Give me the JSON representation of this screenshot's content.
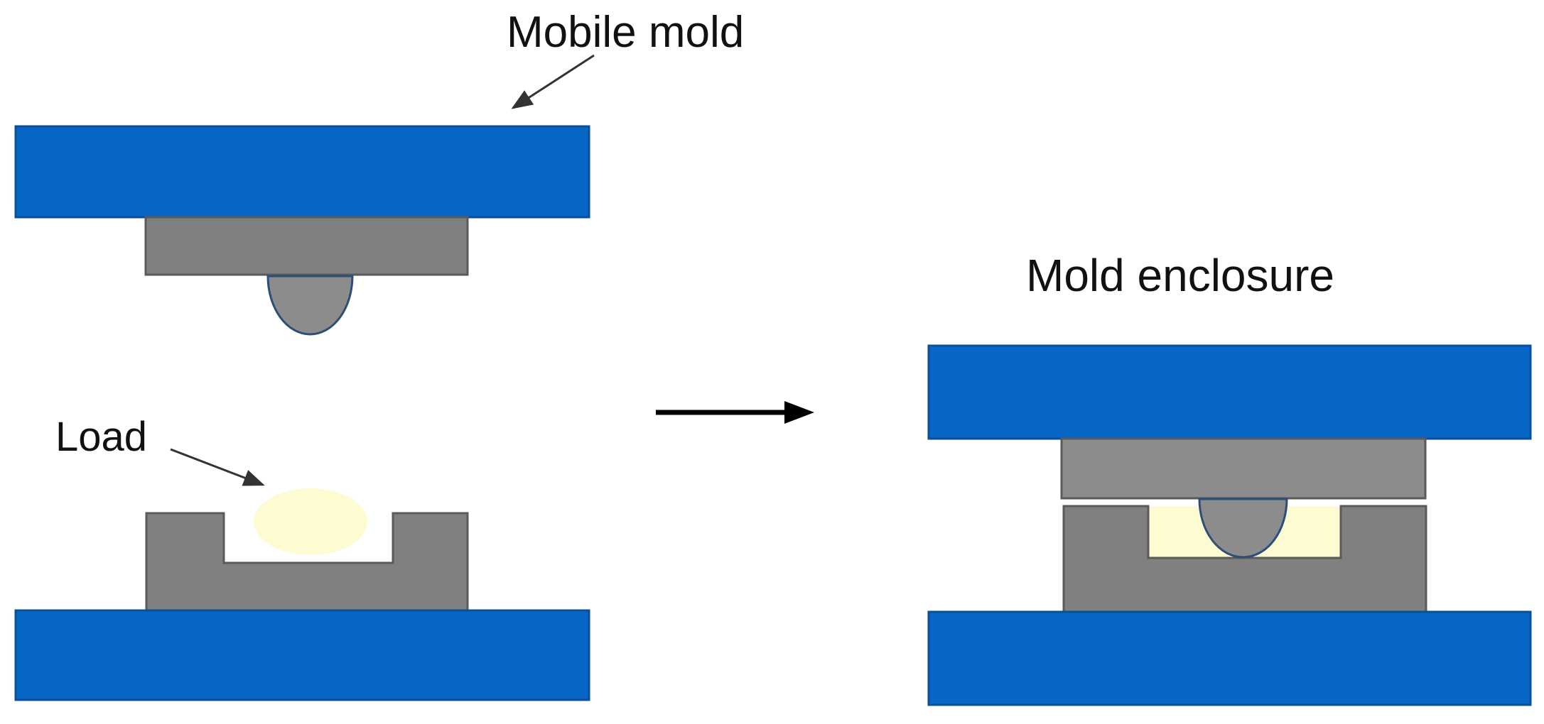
{
  "labels": {
    "mobile_mold": "Mobile mold",
    "load": "Load",
    "mold_enclosure": "Mold enclosure"
  },
  "colors": {
    "platen_blue": "#0866c6",
    "platen_edge": "#0a4f9a",
    "mold_gray": "#808080",
    "mold_edge": "#5a5a5a",
    "punch_gray": "#8c8c8c",
    "punch_edge": "#2c4e78",
    "load_yellow": "#fdfbd2",
    "arrow_black": "#000000",
    "background": "#ffffff"
  }
}
